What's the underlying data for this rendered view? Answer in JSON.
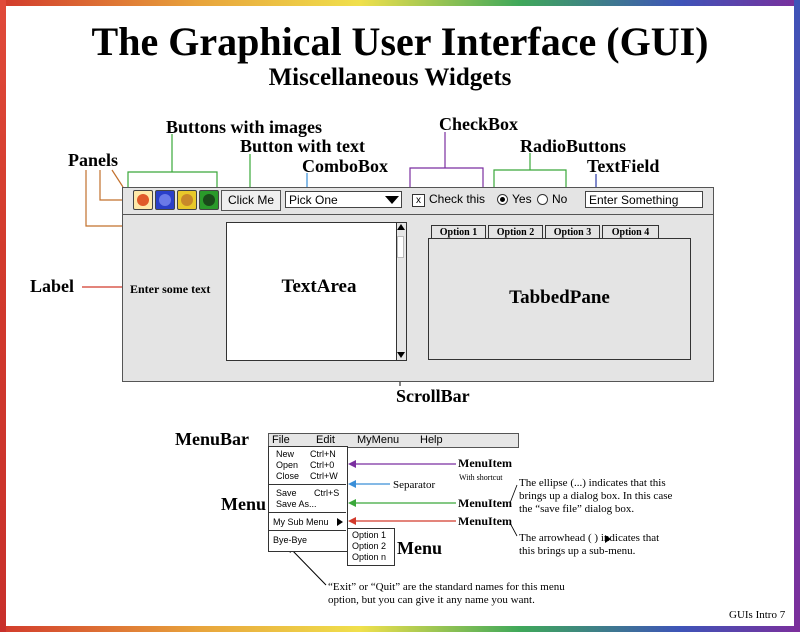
{
  "heading": {
    "title": "The Graphical User Interface (GUI)",
    "subtitle": "Miscellaneous Widgets"
  },
  "callouts": {
    "panels": "Panels",
    "buttons_with_images": "Buttons with images",
    "button_with_text": "Button with text",
    "combobox": "ComboBox",
    "checkbox": "CheckBox",
    "radiobuttons": "RadioButtons",
    "textfield": "TextField",
    "label": "Label",
    "scrollbar": "ScrollBar",
    "menubar": "MenuBar",
    "menu": "Menu",
    "submenu": "Menu"
  },
  "colors": {
    "panels_line": "#c2702c",
    "buttons_line": "#3aa83a",
    "combobox_line": "#3a8fd8",
    "checkbox_line": "#7b2fa0",
    "radio_line": "#3aa83a",
    "textfield_line": "#2a3aa8",
    "label_line": "#d23a2c"
  },
  "widgets": {
    "image_buttons": [
      {
        "icon": "orange-circle-icon",
        "bg": "#ffe9a8",
        "dot": "#e05a2a"
      },
      {
        "icon": "blue-square-icon",
        "bg": "#2a3fc8",
        "dot": "#6a7ae8"
      },
      {
        "icon": "gold-circle-icon",
        "bg": "#e8c82a",
        "dot": "#c8882a"
      },
      {
        "icon": "green-circle-icon",
        "bg": "#2a9a2a",
        "dot": "#1a4a1a"
      }
    ],
    "button_label": "Click Me",
    "combo_value": "Pick One",
    "checkbox_mark": "x",
    "checkbox_label": "Check this",
    "radio_yes": "Yes",
    "radio_no": "No",
    "textfield_value": "Enter Something",
    "label_text": "Enter some text",
    "textarea_text": "TextArea",
    "tabs": [
      "Option 1",
      "Option 2",
      "Option 3",
      "Option 4"
    ],
    "tabbed_text": "TabbedPane"
  },
  "menubar": {
    "items": [
      "File",
      "Edit",
      "MyMenu",
      "Help"
    ]
  },
  "menu": {
    "new": "New",
    "new_shortcut": "Ctrl+N",
    "open": "Open",
    "open_shortcut": "Ctrl+0",
    "close": "Close",
    "close_shortcut": "Ctrl+W",
    "save": "Save",
    "save_shortcut": "Ctrl+S",
    "save_as": "Save As...",
    "sub_menu": "My Sub Menu",
    "bye": "Bye-Bye"
  },
  "submenu_items": [
    "Option 1",
    "Option 2",
    "Option n"
  ],
  "annotations": {
    "menuitem1": "MenuItem",
    "menuitem1_sub": "With shortcut",
    "separator": "Separator",
    "menuitem2": "MenuItem",
    "menuitem3": "MenuItem",
    "ellipsis_note_1": "The ellipse (...) indicates that this",
    "ellipsis_note_2": "brings up a dialog box. In this case",
    "ellipsis_note_3": "the “save file” dialog box.",
    "arrow_note_1": "The arrowhead (  ) indicates that",
    "arrow_note_2": "this brings up a sub-menu.",
    "exit_note_1": "“Exit” or “Quit” are the standard names for this menu",
    "exit_note_2": "option, but you can give it any name you want."
  },
  "footer": "GUIs Intro 7"
}
